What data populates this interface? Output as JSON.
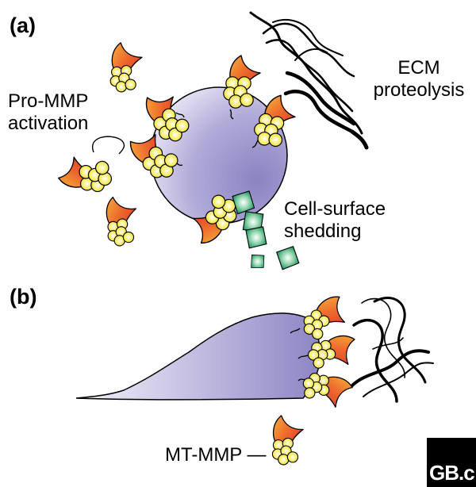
{
  "panels": {
    "a": {
      "label": "(a)",
      "pro_mmp_line1": "Pro-MMP",
      "pro_mmp_line2": "activation",
      "ecm_line1": "ECM",
      "ecm_line2": "proteolysis",
      "shedding_line1": "Cell-surface",
      "shedding_line2": "shedding"
    },
    "b": {
      "label": "(b)"
    }
  },
  "legend": {
    "label": "MT-MMP —"
  },
  "logo": {
    "text": "GB.c"
  },
  "colors": {
    "cell_light": "#e9e6f6",
    "cell_dark": "#8a83c3",
    "enzyme_red": "#e2452a",
    "enzyme_orange": "#f2a336",
    "hemopexin_yellow": "#f6e640",
    "substrate_green": "#1f9a5f",
    "fiber": "#000000"
  }
}
